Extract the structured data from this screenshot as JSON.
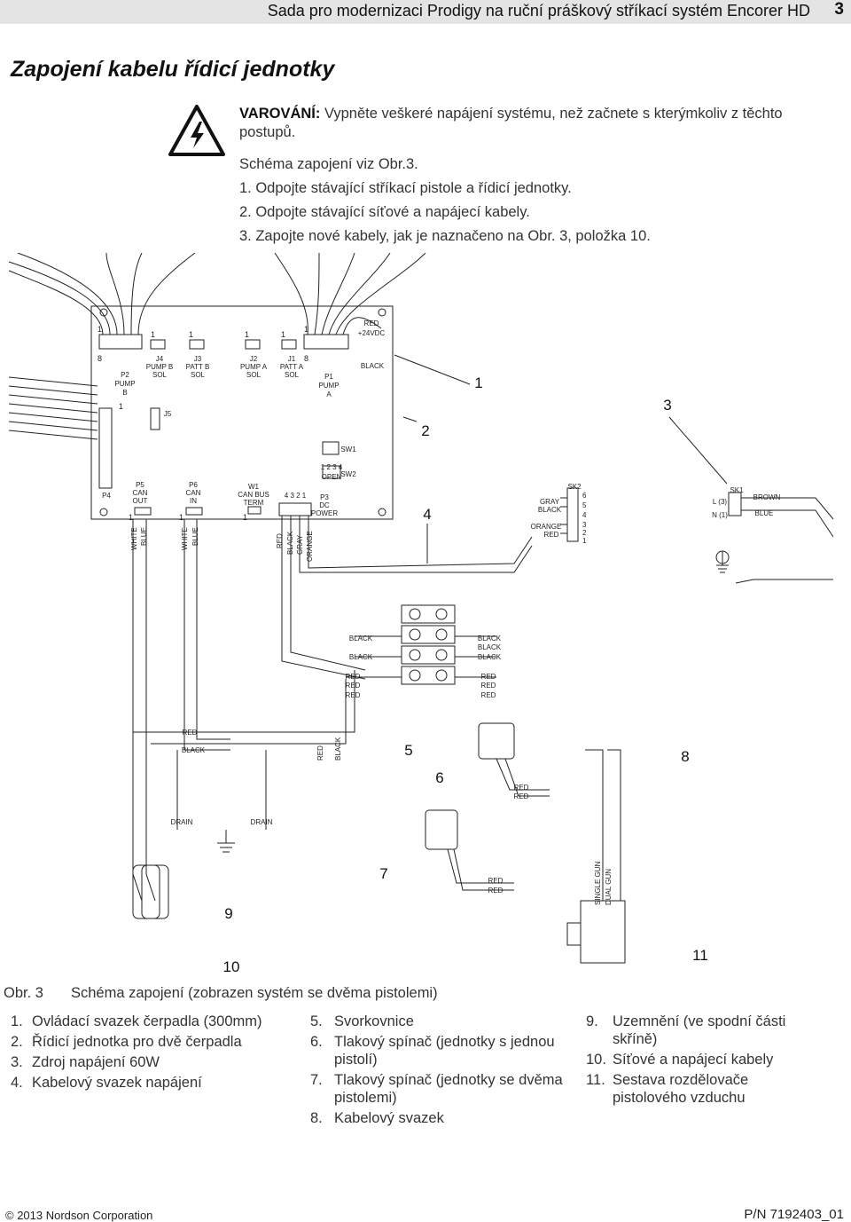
{
  "header": {
    "title": "Sada pro modernizaci Prodigy na ruční práškový stříkací systém Encorer HD",
    "page_number": "3"
  },
  "section": {
    "title": "Zapojení kabelu řídicí jednotky"
  },
  "warning": {
    "icon": "high-voltage-warning-icon",
    "label": "VAROVÁNÍ:",
    "text": "Vypněte veškeré napájení systému, než začnete s kterýmkoliv z těchto postupů."
  },
  "steps": {
    "intro": "Schéma zapojení viz Obr.3.",
    "items": [
      "1. Odpojte stávající stříkací pistole a řídicí jednotky.",
      "2. Odpojte stávající síťové a napájecí kabely.",
      "3. Zapojte nové kabely, jak je naznačeno na Obr. 3, položka 10."
    ]
  },
  "diagram": {
    "callouts": [
      "1",
      "2",
      "3",
      "4",
      "5",
      "6",
      "7",
      "8",
      "9",
      "10",
      "11"
    ],
    "pin_marks": {
      "one": "1",
      "eight": "8"
    },
    "board_labels": {
      "p2": "P2",
      "pump": "PUMP",
      "b": "B",
      "j4": "J4",
      "pump_b": "PUMP B",
      "sol": "SOL",
      "j3": "J3",
      "patt_b": "PATT B",
      "j2": "J2",
      "pump_a": "PUMP A",
      "j1": "J1",
      "patt_a": "PATT A",
      "p1": "P1",
      "a": "A",
      "j5": "J5",
      "sw1": "SW1",
      "sw2": "SW2",
      "sw2_pins": "1 2 3 4",
      "open": "OPEN",
      "p4": "P4",
      "p5": "P5",
      "can": "CAN",
      "out": "OUT",
      "p6": "P6",
      "in": "IN",
      "w1": "W1",
      "can_bus": "CAN BUS",
      "term": "TERM",
      "p3_pins": "4 3 2 1",
      "p3": "P3",
      "dc": "DC",
      "power": "POWER",
      "sk2": "SK2",
      "sk1": "SK1",
      "sk2_pins": [
        "6",
        "5",
        "4",
        "3",
        "2",
        "1"
      ],
      "l3": "L (3)",
      "n1": "N (1)",
      "v24": "+24VDC"
    },
    "wire_colors": {
      "red": "RED",
      "black": "BLACK",
      "white": "WHITE",
      "blue": "BLUE",
      "gray": "GRAY",
      "orange": "ORANGE",
      "brown": "BROWN",
      "drain": "DRAIN",
      "single_gun": "SINGLE GUN",
      "dual_gun": "DUAL GUN"
    }
  },
  "figure": {
    "number": "Obr. 3",
    "caption": "Schéma zapojení (zobrazen systém se dvěma pistolemi)"
  },
  "legend": {
    "col1": [
      {
        "num": "1.",
        "text": "Ovládací svazek čerpadla (300mm)"
      },
      {
        "num": "2.",
        "text": "Řídicí jednotka pro dvě čerpadla"
      },
      {
        "num": "3.",
        "text": "Zdroj napájení 60W"
      },
      {
        "num": "4.",
        "text": "Kabelový svazek napájení"
      }
    ],
    "col2": [
      {
        "num": "5.",
        "text": "Svorkovnice"
      },
      {
        "num": "6.",
        "text": "Tlakový spínač (jednotky s jednou pistolí)"
      },
      {
        "num": "7.",
        "text": "Tlakový spínač (jednotky se dvěma pistolemi)"
      },
      {
        "num": "8.",
        "text": "Kabelový svazek"
      }
    ],
    "col3": [
      {
        "num": "9.",
        "text": "Uzemnění (ve spodní části skříně)"
      },
      {
        "num": "10.",
        "text": "Síťové a napájecí kabely"
      },
      {
        "num": "11.",
        "text": "Sestava rozdělovače pistolového vzduchu"
      }
    ]
  },
  "footer": {
    "copyright": "© 2013 Nordson Corporation",
    "part_number": "P/N 7192403_01"
  }
}
